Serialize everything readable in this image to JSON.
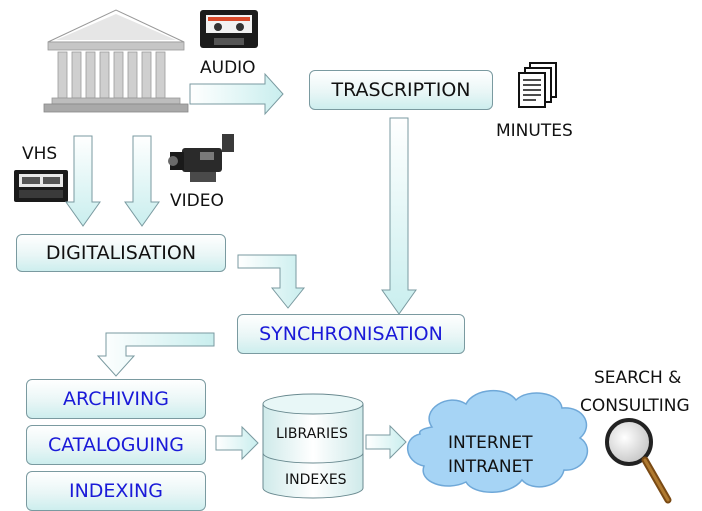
{
  "boxes": {
    "transcription": "TRASCRIPTION",
    "digitalisation": "DIGITALISATION",
    "synchronisation": "SYNCHRONISATION",
    "archiving": "ARCHIVING",
    "cataloguing": "CATALOGUING",
    "indexing": "INDEXING"
  },
  "labels": {
    "audio": "AUDIO",
    "vhs": "VHS",
    "video": "VIDEO",
    "minutes": "MINUTES",
    "search_line1": "SEARCH &",
    "search_line2": "CONSULTING"
  },
  "database": {
    "top": "LIBRARIES",
    "bottom": "INDEXES"
  },
  "cloud": {
    "line1": "INTERNET",
    "line2": "INTRANET"
  },
  "colors": {
    "box_text_black": "#111111",
    "box_text_blue": "#1a1ad8",
    "arrow_fill": "#d9f3f3",
    "cloud_fill": "#a6d4f5"
  },
  "icons": [
    "institution-building-icon",
    "audio-cassette-icon",
    "vhs-tape-icon",
    "video-camera-icon",
    "documents-icon",
    "magnifying-glass-icon"
  ]
}
